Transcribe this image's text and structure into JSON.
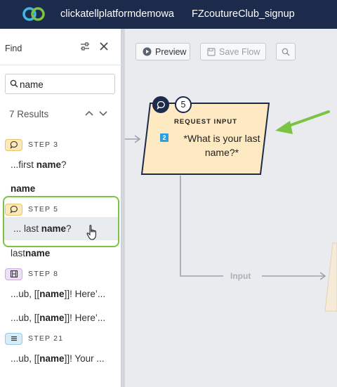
{
  "header": {
    "app_name": "clickatellplatformdemowa",
    "flow_name": "FZcoutureClub_signup",
    "bg_color": "#1c2a4b"
  },
  "find_panel": {
    "title": "Find",
    "search": {
      "value": "name",
      "placeholder": ""
    },
    "results_count": "7 Results",
    "steps": [
      {
        "label": "STEP 3",
        "icon": "chat-icon",
        "color": "orange"
      },
      {
        "label": "STEP 5",
        "icon": "chat-icon",
        "color": "orange"
      },
      {
        "label": "STEP 8",
        "icon": "film-icon",
        "color": "purple"
      },
      {
        "label": "STEP 21",
        "icon": "list-icon",
        "color": "blue"
      }
    ],
    "results": [
      {
        "prefix": "...first ",
        "match": "name",
        "suffix": "?"
      },
      {
        "prefix": "",
        "match": "name",
        "suffix": ""
      },
      {
        "prefix": "... last ",
        "match": "name",
        "suffix": "?"
      },
      {
        "prefix": "last",
        "match": "name",
        "suffix": ""
      },
      {
        "prefix": "...ub, [[",
        "match": "name",
        "suffix": "]]! Here’..."
      },
      {
        "prefix": "...ub, [[",
        "match": "name",
        "suffix": "]]! Here’..."
      },
      {
        "prefix": "...ub, [[",
        "match": "name",
        "suffix": "]]! Your ..."
      }
    ]
  },
  "toolbar": {
    "preview_label": "Preview",
    "save_label": "Save Flow"
  },
  "node": {
    "chat_badge": "chat-icon",
    "step_number": "5",
    "type_label": "REQUEST INPUT",
    "chip_number": "2",
    "text": "*What is your last name?*",
    "fill_color": "#fde9c2",
    "border_color": "#1c2a4b"
  },
  "connector": {
    "label": "Input"
  },
  "accent_color": "#7cc243"
}
